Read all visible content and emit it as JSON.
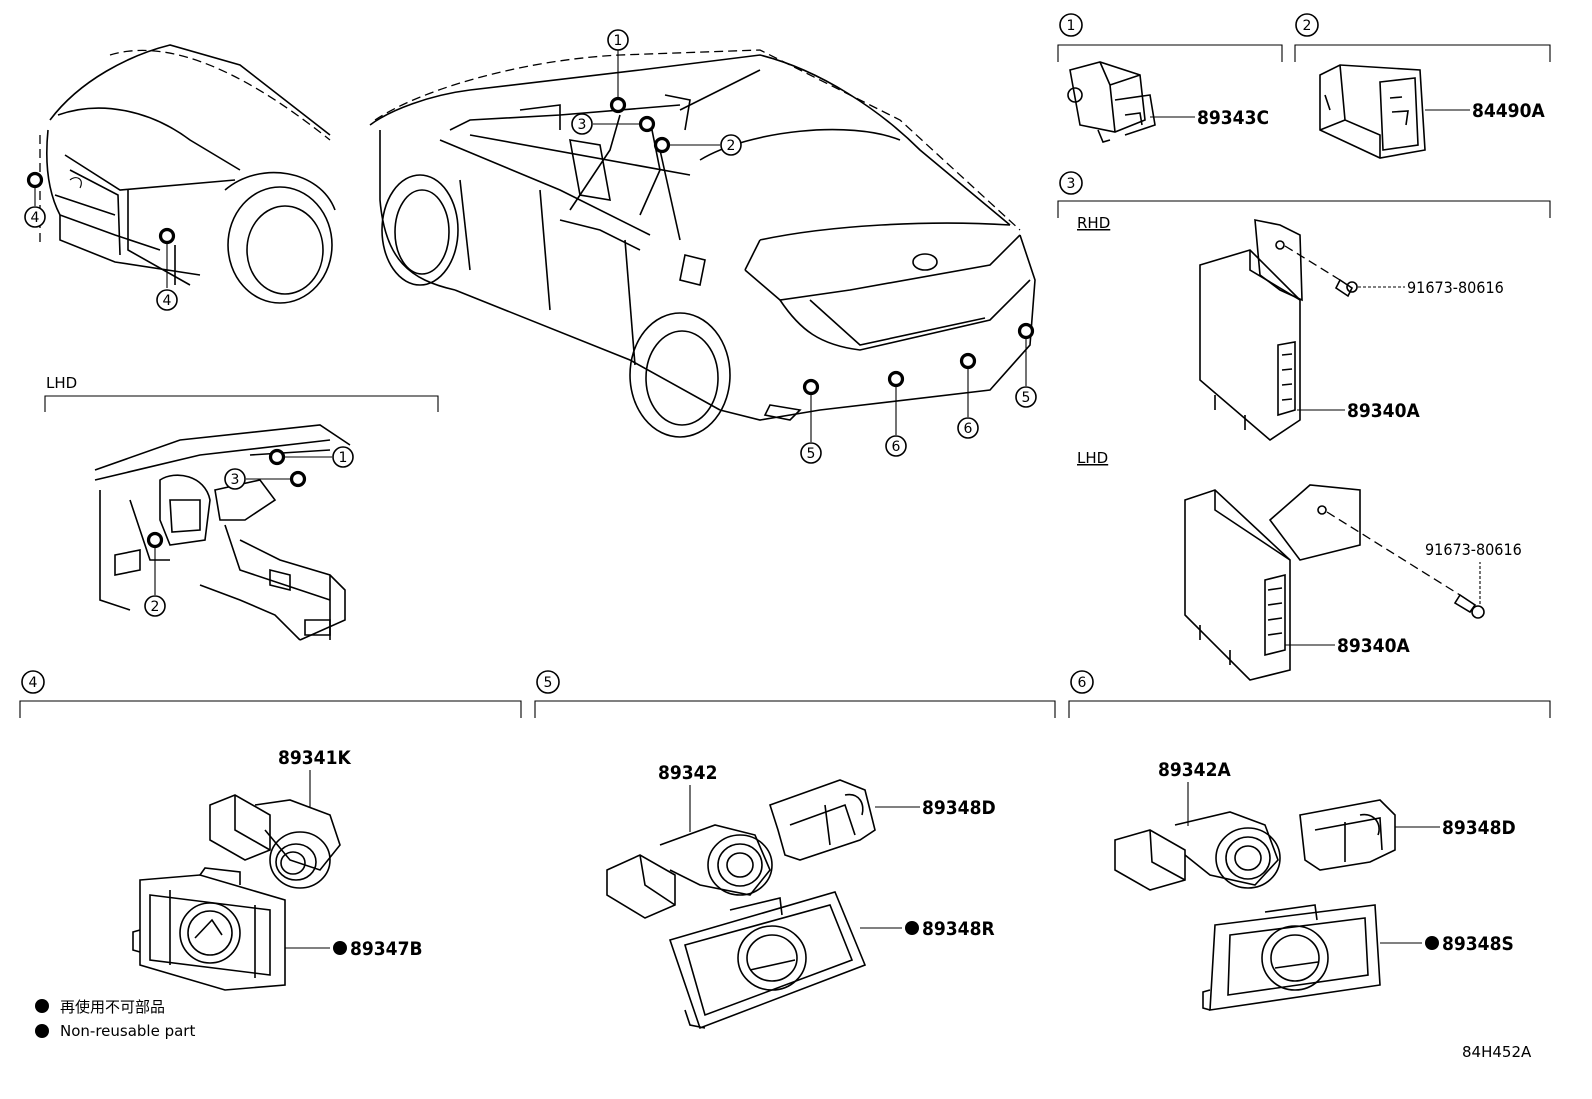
{
  "callouts": [
    "1",
    "2",
    "3",
    "4",
    "5",
    "6"
  ],
  "sections": {
    "s1": {
      "marker": "1",
      "parts": [
        "89343C"
      ]
    },
    "s2": {
      "marker": "2",
      "parts": [
        "84490A"
      ]
    },
    "s3": {
      "marker": "3",
      "rhd_label": "RHD",
      "lhd_label": "LHD",
      "rhd_bolt": "91673-80616",
      "rhd_ecu": "89340A",
      "lhd_bolt": "91673-80616",
      "lhd_ecu": "89340A"
    },
    "s4": {
      "marker": "4",
      "sensor": "89341K",
      "bezel": "89347B"
    },
    "s5": {
      "marker": "5",
      "sensor": "89342",
      "retainer": "89348D",
      "bezel": "89348R"
    },
    "s6": {
      "marker": "6",
      "sensor": "89342A",
      "retainer": "89348D",
      "bezel": "89348S"
    }
  },
  "lhd_dash_label": "LHD",
  "legend": {
    "jp": "再使用不可部品",
    "en": "Non-reusable part"
  },
  "diagram_code": "84H452A"
}
